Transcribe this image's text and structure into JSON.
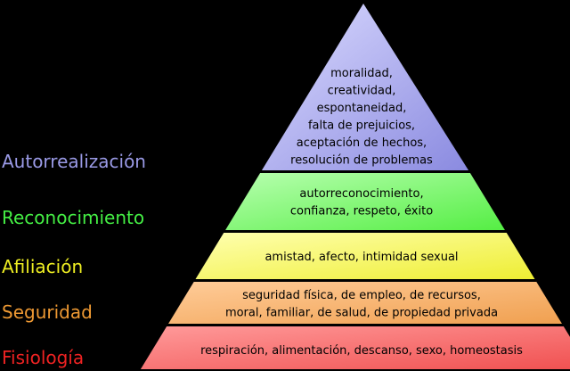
{
  "levels": [
    {
      "name": "Autorrealización",
      "color": "#9a9ae6",
      "fill_light": "#dcdcff",
      "fill_dark": "#8a8ae0",
      "lines": [
        "moralidad,",
        "creatividad,",
        "espontaneidad,",
        "falta de prejuicios,",
        "aceptación de hechos,",
        "resolución de problemas"
      ]
    },
    {
      "name": "Reconocimiento",
      "color": "#44ee44",
      "fill_light": "#b8ffb0",
      "fill_dark": "#55ee44",
      "lines": [
        "autorreconocimiento,",
        "confianza, respeto, éxito"
      ]
    },
    {
      "name": "Afiliación",
      "color": "#eeee22",
      "fill_light": "#ffffb0",
      "fill_dark": "#eeee33",
      "lines": [
        "amistad, afecto, intimidad sexual"
      ]
    },
    {
      "name": "Seguridad",
      "color": "#ee9933",
      "fill_light": "#ffcc99",
      "fill_dark": "#f0a050",
      "lines": [
        "seguridad física, de empleo, de recursos,",
        "moral, familiar, de salud, de propiedad privada"
      ]
    },
    {
      "name": "Fisiología",
      "color": "#ee2222",
      "fill_light": "#ff9a9a",
      "fill_dark": "#f05050",
      "lines": [
        "respiración, alimentación, descanso, sexo, homeostasis"
      ]
    }
  ]
}
